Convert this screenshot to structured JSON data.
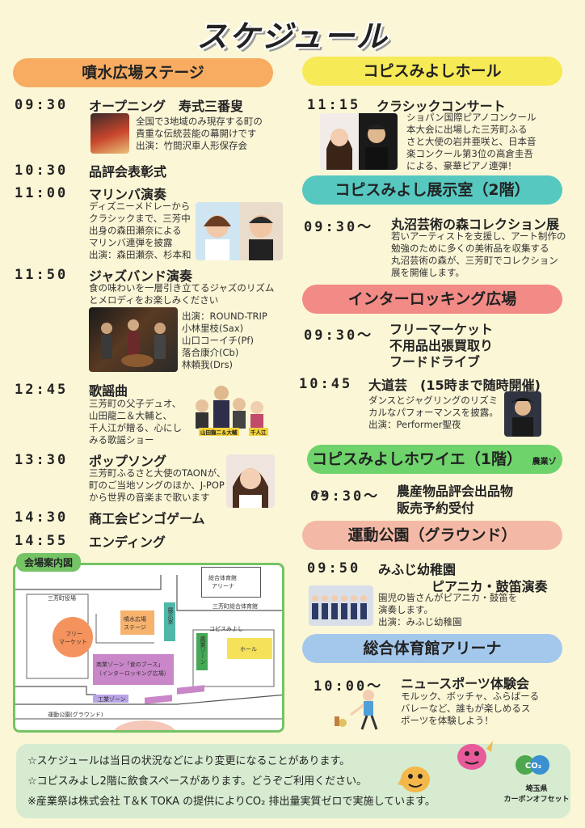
{
  "title": "スケジュール",
  "left": {
    "stage_banner": "噴水広場ステージ",
    "events": [
      {
        "time": "09:30",
        "title": "オープニング　寿式三番叟",
        "desc": [
          "全国で3地域のみ現存する町の",
          "貴重な伝統芸能の幕開けです",
          "出演：竹間沢車人形保存会"
        ]
      },
      {
        "time": "10:30",
        "title": "品評会表彰式",
        "desc": []
      },
      {
        "time": "11:00",
        "title": "マリンバ演奏",
        "desc": [
          "ディズニーメドレーから",
          "クラシックまで、三芳中",
          "出身の森田瀬奈による",
          "マリンバ連弾を披露",
          "出演：森田瀬奈、杉本和"
        ]
      },
      {
        "time": "11:50",
        "title": "ジャズバンド演奏",
        "desc": [
          "食の味わいを一層引き立てるジャズのリズム",
          "とメロディをお楽しみください"
        ],
        "cast": [
          "出演：ROUND-TRIP",
          "小林里枝(Sax)",
          "山口コーイチ(Pf)",
          "落合康介(Cb)",
          "林頼我(Drs)"
        ]
      },
      {
        "time": "12:45",
        "title": "歌謡曲",
        "desc": [
          "三芳町の父子デュオ、",
          "山田龍二＆大輔と、",
          "千人江が贈る、心にし",
          "みる歌謡ショー"
        ],
        "photo_labels": [
          "山田龍二＆大輔",
          "千人江"
        ]
      },
      {
        "time": "13:30",
        "title": "ポップソング",
        "desc": [
          "三芳町ふるさと大使のTAONが、",
          "町のご当地ソングのほか、J-POP",
          "から世界の音楽まで歌います"
        ]
      },
      {
        "time": "14:30",
        "title": "商工会ビンゴゲーム",
        "desc": []
      },
      {
        "time": "14:55",
        "title": "エンディング",
        "desc": []
      }
    ]
  },
  "map": {
    "tag": "会場案内図",
    "labels": {
      "gym": [
        "総合体育館",
        "アリーナ"
      ],
      "town_office": "三芳町役場",
      "gym_small": "三芳町総合体育館",
      "flea": [
        "フリー",
        "マーケット"
      ],
      "stage": [
        "噴水広場",
        "ステージ"
      ],
      "exhibit": "展示室",
      "copis": "コピスみよし",
      "agri": "農業ゾーン",
      "hall": "ホール",
      "food": [
        "商業ゾーン「食のブース」",
        "（インターロッキング広場）"
      ],
      "industry": "工業ゾーン",
      "park": "運動公園(グラウンド)"
    }
  },
  "right": {
    "hall_banner": "コピスみよしホール",
    "hall": {
      "time": "11:15",
      "title": "クラシックコンサート",
      "desc": [
        "ショパン国際ピアノコンクール",
        "本大会に出場した三芳町ふる",
        "さと大使の岩井亜咲と、日本音",
        "楽コンクール第3位の高倉圭吾",
        "による、豪華ピアノ連弾！"
      ]
    },
    "exhibit_banner": "コピスみよし展示室（2階）",
    "exhibit": {
      "time": "09:30〜",
      "title": "丸沼芸術の森コレクション展",
      "desc": [
        "若いアーティストを支援し、アート制作の",
        "勉強のために多くの美術品を収集する",
        "丸沼芸術の森が、三芳町でコレクション",
        "展を開催します。"
      ]
    },
    "interlocking_banner": "インターロッキング広場",
    "interlocking": [
      {
        "time": "09:30〜",
        "lines": [
          "フリーマーケット",
          "不用品出張買取り",
          "フードドライブ"
        ]
      },
      {
        "time": "10:45",
        "title": "大道芸　(15時まで随時開催)",
        "desc": [
          "ダンスとジャグリングのリズミ",
          "カルなパフォーマンスを披露。",
          "出演：Performer聖夜"
        ]
      }
    ],
    "foyer_banner": "コピスみよしホワイエ（1階）",
    "foyer_tag": "農業ゾーン",
    "foyer": {
      "time": "09:30〜",
      "lines": [
        "農産物品評会出品物",
        "販売予約受付"
      ]
    },
    "park_banner": "運動公園（グラウンド）",
    "park": {
      "time": "09:50",
      "title": "みふじ幼稚園",
      "title2": "ピアニカ・鼓笛演奏",
      "desc": [
        "園児の皆さんがピアニカ・鼓笛を",
        "演奏します。",
        "出演：みふじ幼稚園"
      ]
    },
    "gym_banner": "総合体育館アリーナ",
    "gym": {
      "time": "10:00〜",
      "title": "ニュースポーツ体験会",
      "desc": [
        "モルック、ボッチャ、ふらばーる",
        "バレーなど、誰もが楽しめるス",
        "ポーツを体験しよう！"
      ]
    }
  },
  "notes": [
    "☆スケジュールは当日の状況などにより変更になることがあります。",
    "☆コピスみよし2階に飲食スペースがあります。どうぞご利用ください。",
    "※産業祭は株式会社 T＆K TOKA の提供によりCO₂ 排出量実質ゼロで実施しています。"
  ],
  "logo": {
    "line1": "埼玉県",
    "line2": "カーボンオフセット",
    "mark": "CO₂"
  }
}
